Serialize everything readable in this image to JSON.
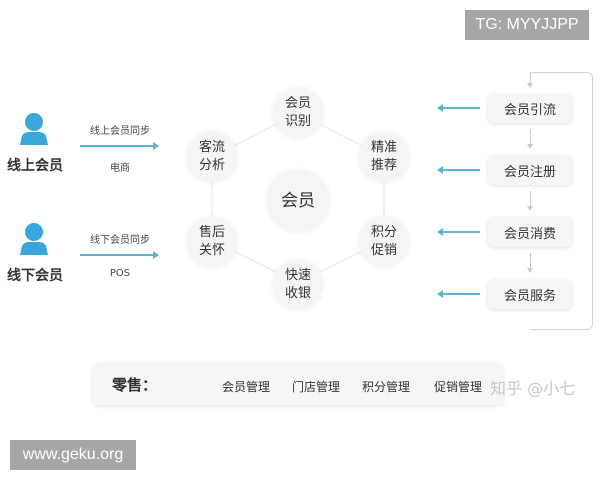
{
  "watermarks": {
    "top_right": "TG: MYYJJPP",
    "bottom_left": "www.geku.org",
    "zhihu": "知乎 @小七"
  },
  "left_sources": [
    {
      "icon": "person-icon",
      "label": "线上会员",
      "sync_label": "线上会员同步",
      "channel": "电商"
    },
    {
      "icon": "person-icon",
      "label": "线下会员",
      "sync_label": "线下会员同步",
      "channel": "POS"
    }
  ],
  "hub": {
    "center": "会员",
    "nodes": [
      {
        "line1": "会员",
        "line2": "识别"
      },
      {
        "line1": "精准",
        "line2": "推荐"
      },
      {
        "line1": "积分",
        "line2": "促销"
      },
      {
        "line1": "快速",
        "line2": "收银"
      },
      {
        "line1": "售后",
        "line2": "关怀"
      },
      {
        "line1": "客流",
        "line2": "分析"
      }
    ]
  },
  "lifecycle": {
    "steps": [
      "会员引流",
      "会员注册",
      "会员消费",
      "会员服务"
    ]
  },
  "retail_bar": {
    "title": "零售：",
    "items": [
      "会员管理",
      "门店管理",
      "积分管理",
      "促销管理"
    ]
  },
  "colors": {
    "accent": "#3aa7dc",
    "arrow": "#5fb3cc",
    "node_bg": "#f4f5f6",
    "watermark_bg": "#a6a6a6"
  }
}
